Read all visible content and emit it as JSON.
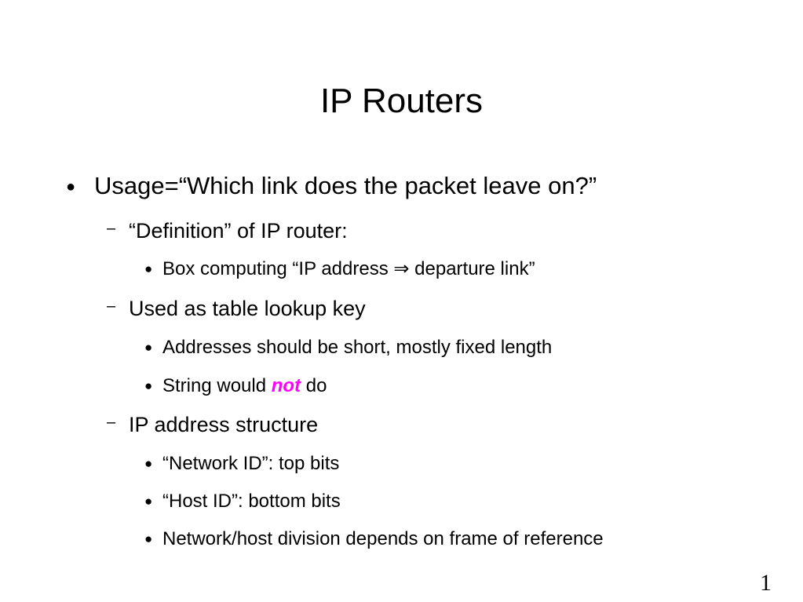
{
  "slide": {
    "title": "IP Routers",
    "page_number": "1",
    "bullet_l1": "●",
    "bullet_l2": "–",
    "bullet_l3": "●",
    "items": [
      {
        "text": "Usage=“Which link does the packet leave on?”"
      },
      {
        "text": "“Definition” of IP router:"
      },
      {
        "text": "Box computing “IP address ⇒ departure link”"
      },
      {
        "text": "Used as table lookup key"
      },
      {
        "text": "Addresses should be short, mostly fixed length"
      },
      {
        "before": "String would ",
        "emph": "not",
        "after": " do",
        "emph_color": "#ff00ff"
      },
      {
        "text": "IP address structure"
      },
      {
        "text": "“Network ID”: top bits"
      },
      {
        "text": "“Host ID”: bottom bits"
      },
      {
        "text": "Network/host division depends on frame of reference"
      }
    ]
  }
}
